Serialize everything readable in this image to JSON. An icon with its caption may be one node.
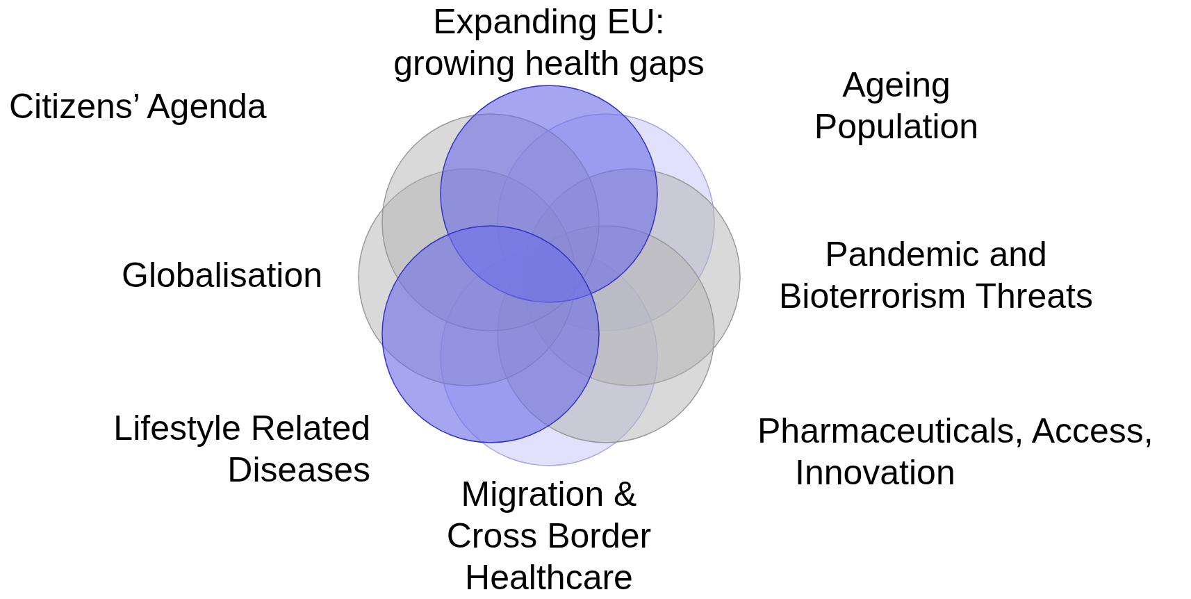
{
  "diagram": {
    "nodes": [
      {
        "text": [],
        "shape": "circle"
      },
      {
        "text": [],
        "shape": "circle"
      },
      {
        "text": [],
        "shape": "circle"
      },
      {
        "text": [],
        "shape": "circle"
      },
      {
        "text": [],
        "shape": "circle"
      },
      {
        "text": [],
        "shape": "circle"
      },
      {
        "text": [],
        "shape": "circle"
      },
      {
        "text": [],
        "shape": "circle"
      }
    ],
    "labels": [
      "Expanding EU: growing health gaps",
      "Citizens’ Agenda",
      "Ageing Population",
      "Globalisation",
      "Pandemic and Bioterrorism Threats",
      "Lifestyle Related Diseases",
      "Pharmaceuticals, Access, Innovation",
      "Migration & Cross Border Healthcare"
    ]
  }
}
